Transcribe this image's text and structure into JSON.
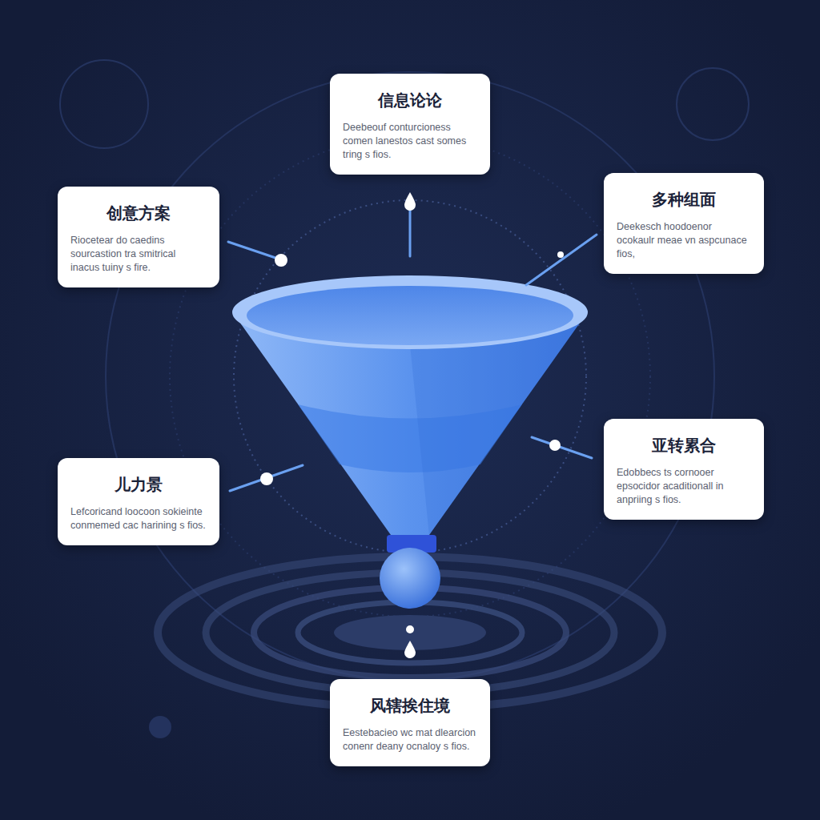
{
  "diagram": {
    "nodes": [
      {
        "text": [
          "信息论论",
          "Deebeouf conturcioness comen lanestos cast somes tring s fios."
        ]
      },
      {
        "text": [
          "创意方案",
          "Riocetear do caedins sourcastion tra smitrical inacus tuiny s fire."
        ]
      },
      {
        "text": [
          "多种组面",
          "Deekesch hoodoenor ocokaulr meae vn aspcunace fios,"
        ]
      },
      {
        "text": [
          "儿力景",
          "Lefcoricand loocoon sokieinte conmemed cac harining s fios."
        ]
      },
      {
        "text": [
          "亚转累合",
          "Edobbecs ts cornooer epsocidor acaditionall in anpriing s fios."
        ]
      },
      {
        "text": [
          "风辖挨住境",
          "Eestebacieo wc mat dlearcion conenr deany ocnaloy s fios."
        ]
      }
    ]
  }
}
